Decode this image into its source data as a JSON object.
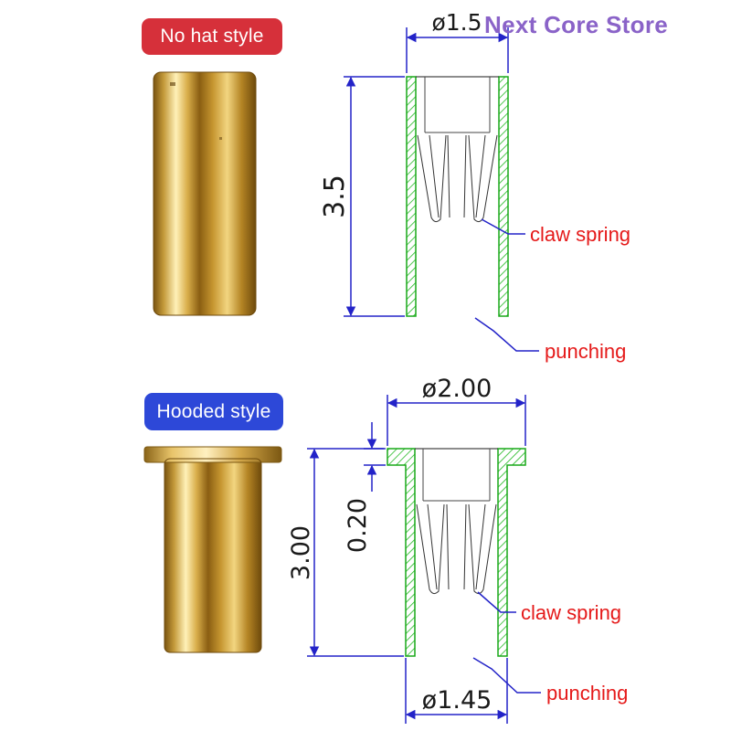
{
  "store_name": "Next Core Store",
  "styles": [
    {
      "label": "No hat style",
      "badge_color": "#d6303a"
    },
    {
      "label": "Hooded style",
      "badge_color": "#2d48d8"
    }
  ],
  "top_diagram": {
    "diameter": "ø1.5",
    "height": "3.5",
    "claw_label": "claw spring",
    "punch_label": "punching"
  },
  "bottom_diagram": {
    "hood_diameter": "ø2.00",
    "hood_thickness": "0.20",
    "height": "3.00",
    "body_diameter": "ø1.45",
    "claw_label": "claw spring",
    "punch_label": "punching"
  },
  "colors": {
    "dimension_line": "#2323c8",
    "wall_outline": "#18a818",
    "callout_text": "#e51a1a",
    "store_text": "#8a63c8",
    "gold": "#c99a2e"
  }
}
